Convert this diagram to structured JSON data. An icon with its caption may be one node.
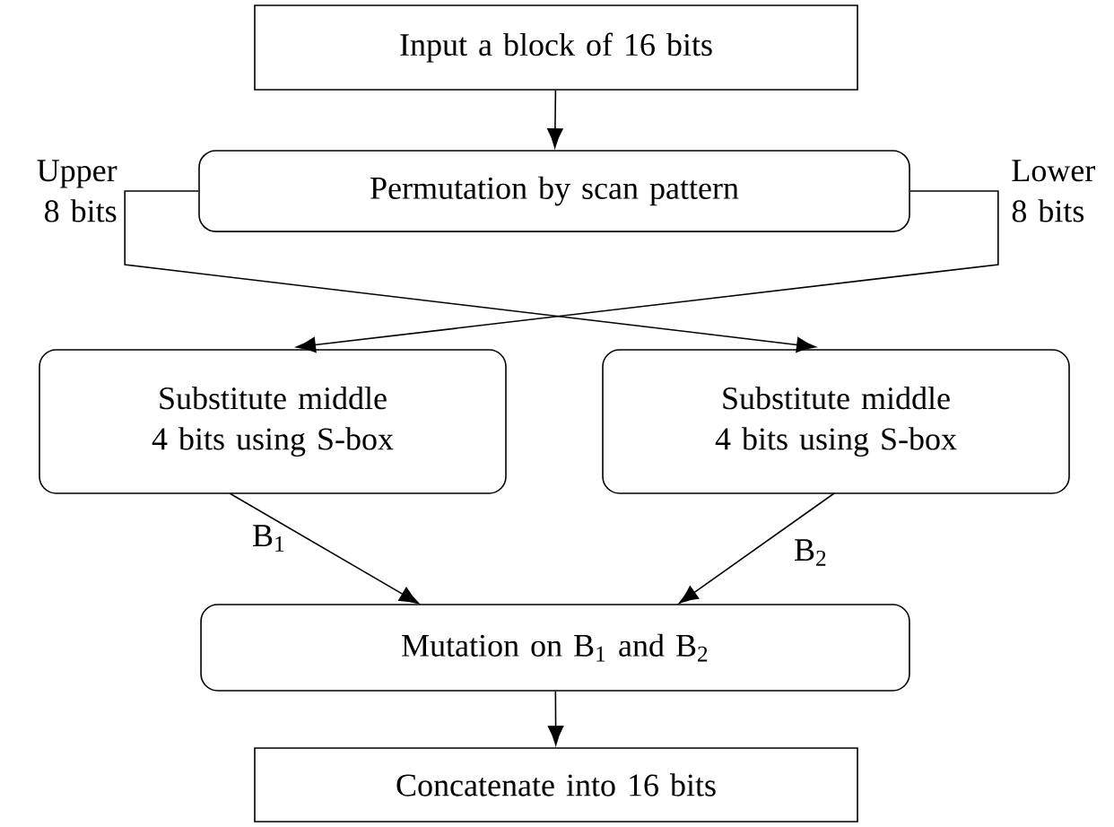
{
  "diagram": {
    "nodes": [
      {
        "text": [
          "Input a block of 16 bits"
        ]
      },
      {
        "text": [
          "Permutation by scan pattern"
        ]
      },
      {
        "text": [
          "Substitute middle 4 bits using S-box"
        ]
      },
      {
        "text": [
          "Substitute middle 4 bits using S-box"
        ]
      },
      {
        "text": [
          "Mutation on B$_{1}$ and B$_{2}$"
        ]
      },
      {
        "text": [
          "Concatenate into 16 bits"
        ]
      }
    ],
    "edges": [
      {
        "from": 0,
        "to": 1,
        "arrow": "to"
      },
      {
        "from": 1,
        "to": 3,
        "arrow": "to",
        "label": "Upper 8 bits"
      },
      {
        "from": 1,
        "to": 2,
        "arrow": "to",
        "label": "Lower 8 bits"
      },
      {
        "from": 2,
        "to": 4,
        "arrow": "to",
        "label": "B$_{1}$"
      },
      {
        "from": 3,
        "to": 4,
        "arrow": "to",
        "label": "B$_{2}$"
      },
      {
        "from": 4,
        "to": 5,
        "arrow": "to"
      }
    ]
  }
}
